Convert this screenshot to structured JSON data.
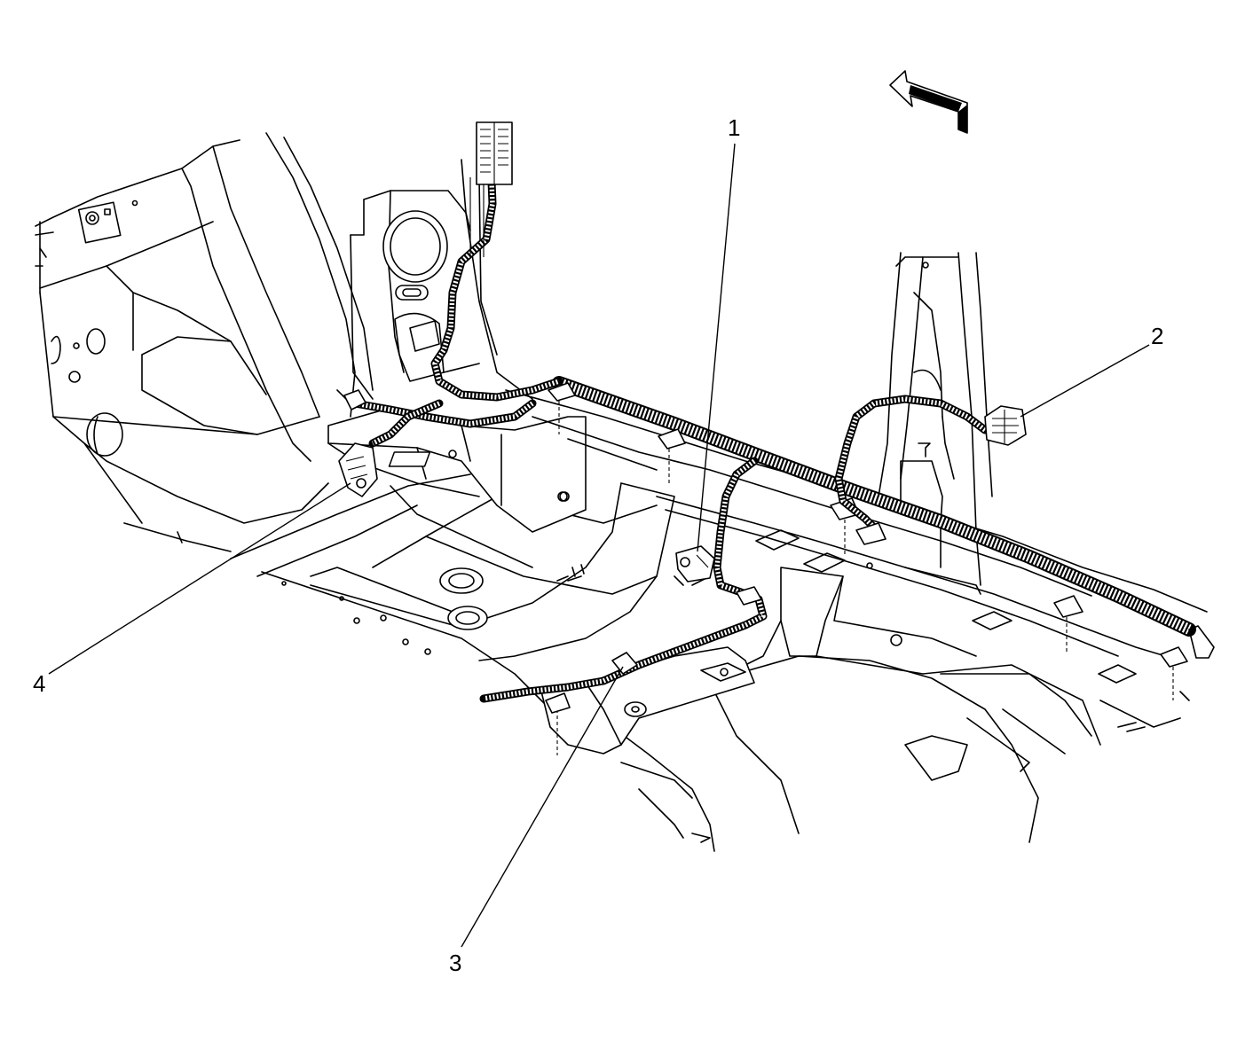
{
  "diagram": {
    "callouts": [
      {
        "id": "c1",
        "label": "1"
      },
      {
        "id": "c2",
        "label": "2"
      },
      {
        "id": "c3",
        "label": "3"
      },
      {
        "id": "c4",
        "label": "4"
      }
    ],
    "icons": {
      "direction_arrow": "forward-arrow-icon"
    }
  }
}
